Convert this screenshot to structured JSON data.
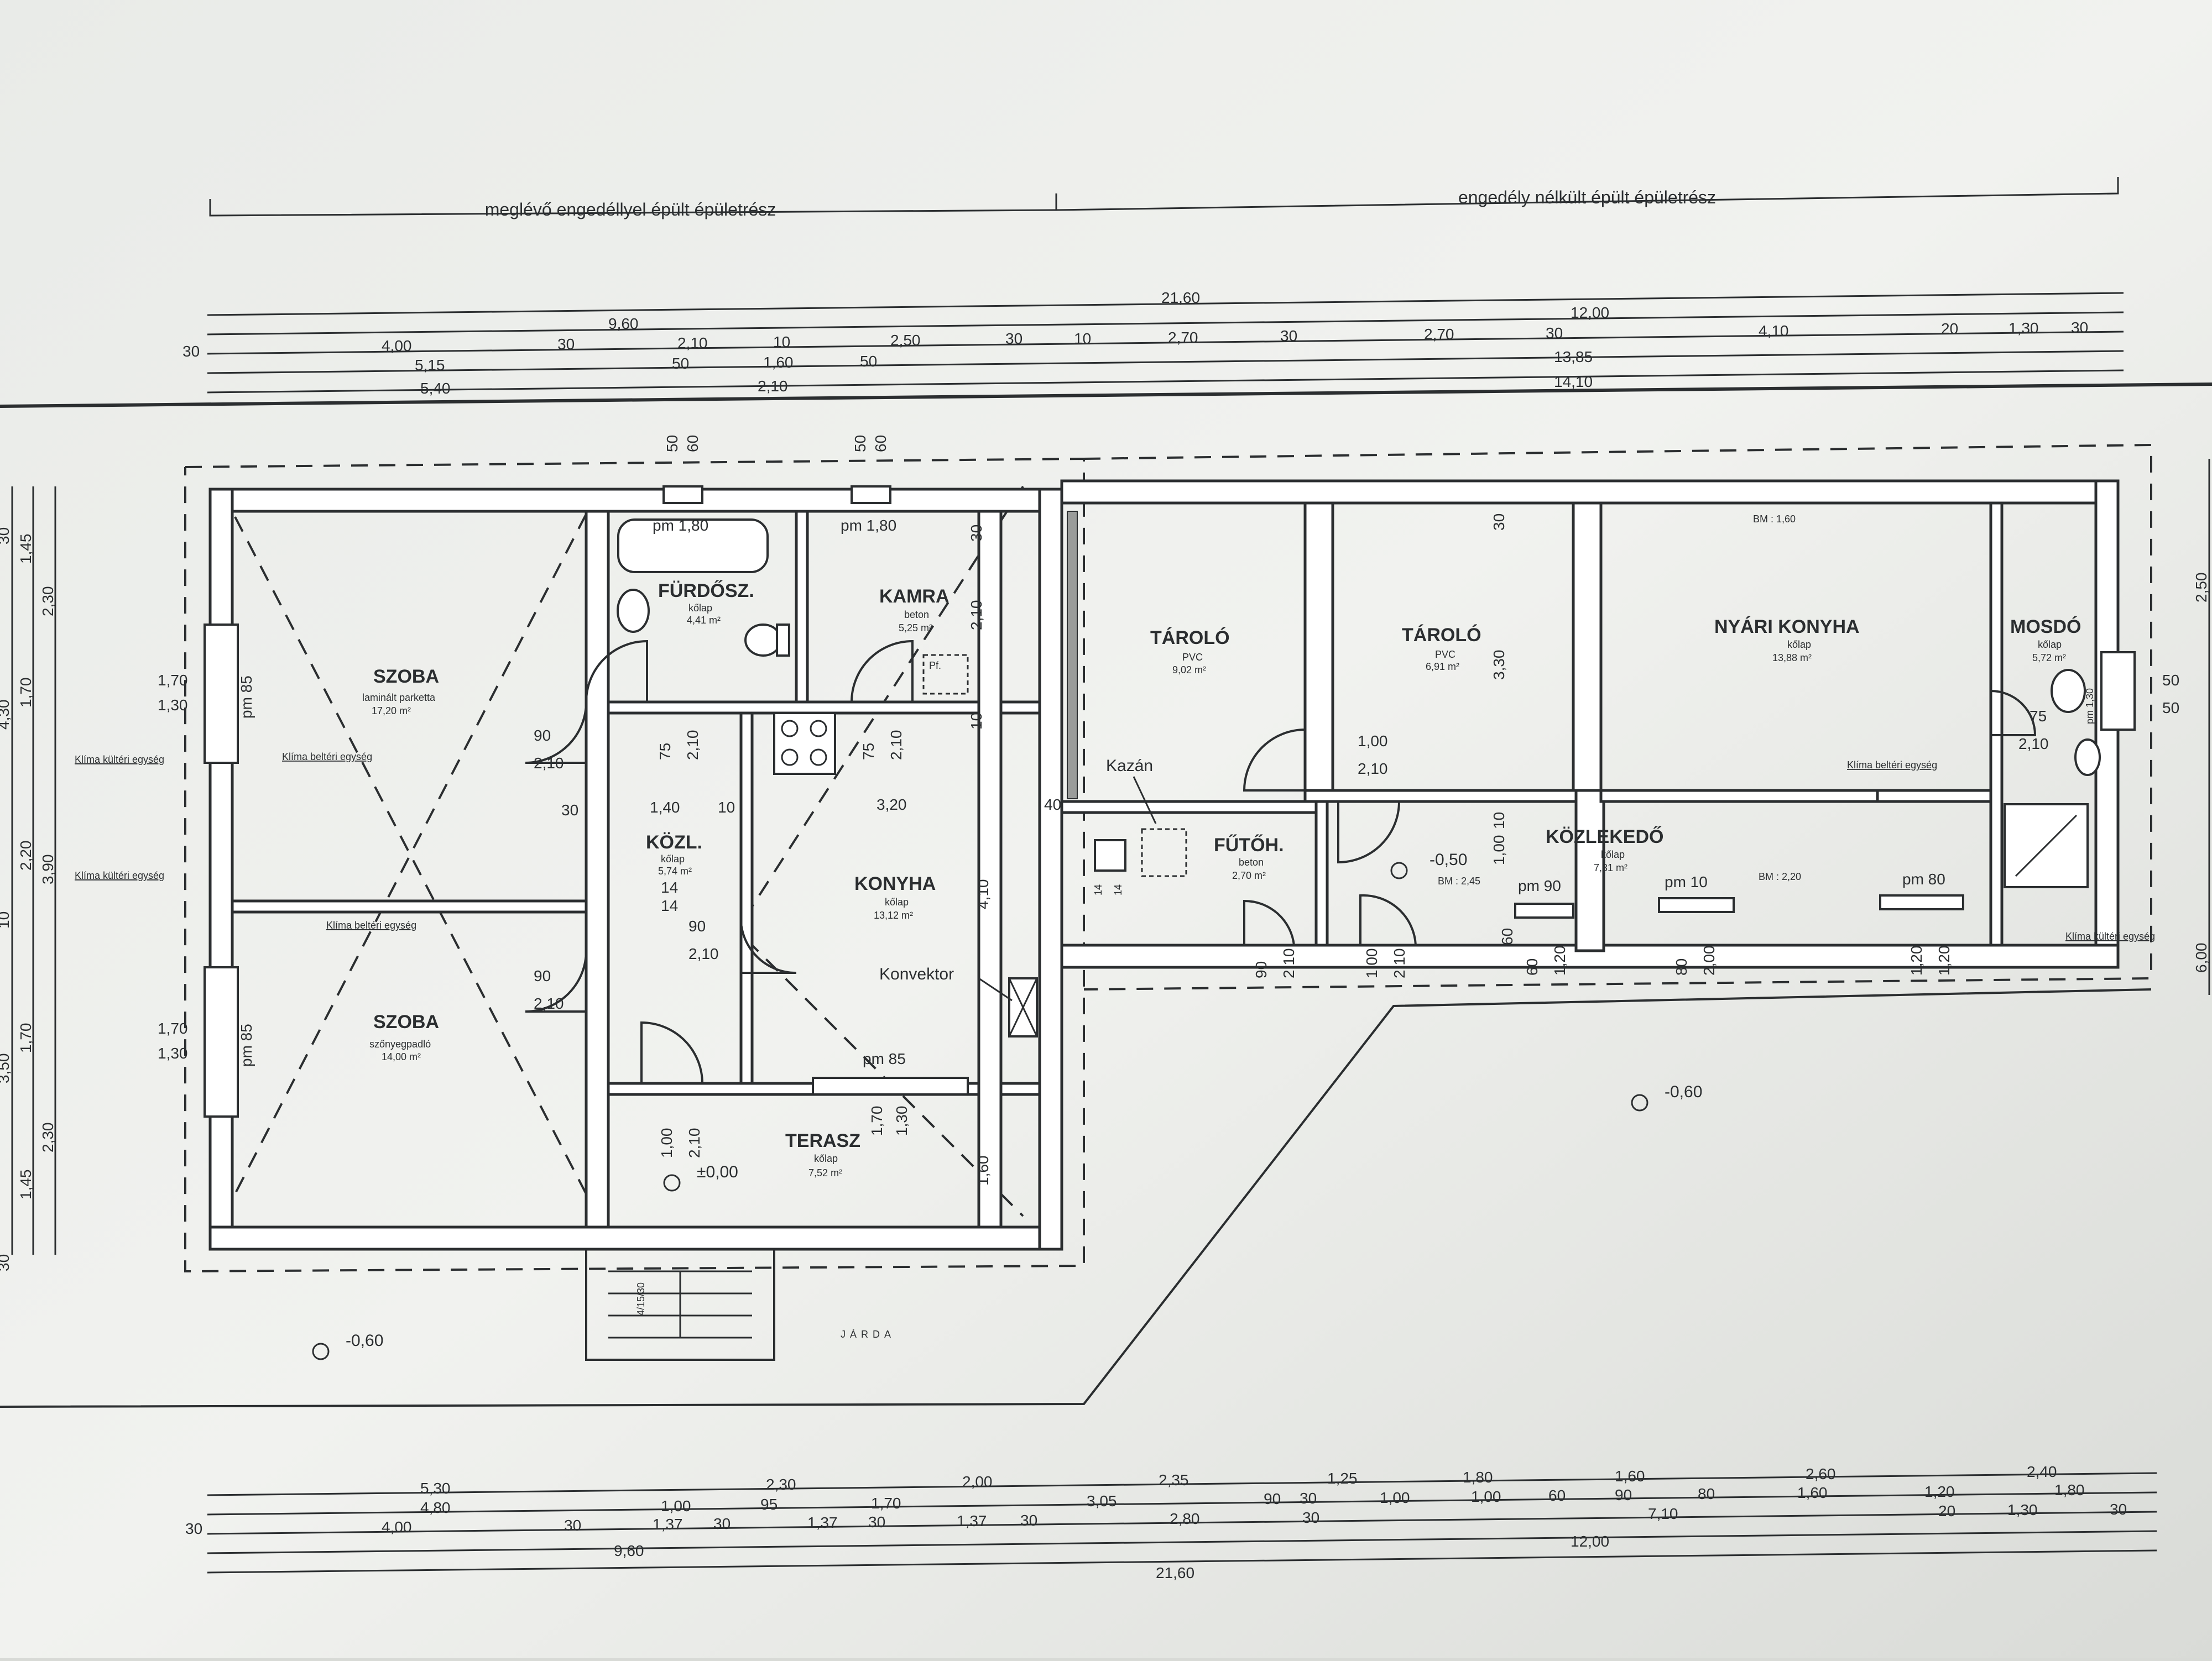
{
  "sections": {
    "existing": "meglévő engedéllyel épült épületrész",
    "unpermitted": "engedély nélkült épült épületrész"
  },
  "top_dims": {
    "overall": "21,60",
    "row2": [
      "9,60",
      "12,00"
    ],
    "row3": [
      "30",
      "4,00",
      "30",
      "2,10",
      "10",
      "2,50",
      "30",
      "10",
      "2,70",
      "30",
      "2,70",
      "30",
      "4,10",
      "20",
      "1,30",
      "30"
    ],
    "row4": [
      "5,15",
      "50",
      "1,60",
      "50",
      "13,85"
    ],
    "row5": [
      "5,40",
      "2,10",
      "14,10"
    ]
  },
  "bottom_dims": {
    "row1": [
      "5,30",
      "2,30",
      "2,00",
      "2,35",
      "1,25",
      "1,80",
      "1,60",
      "2,60",
      "2,40"
    ],
    "row2": [
      "4,80",
      "1,00",
      "95",
      "1,70",
      "3,05",
      "90",
      "30",
      "1,00",
      "1,00",
      "60",
      "90",
      "80",
      "1,60",
      "1,20",
      "1,80"
    ],
    "row3": [
      "30",
      "4,00",
      "30",
      "1,37",
      "30",
      "1,37",
      "30",
      "1,37",
      "30",
      "2,80",
      "30",
      "7,10",
      "20",
      "1,30",
      "30"
    ],
    "row4": [
      "9,60",
      "12,00"
    ],
    "overall": "21,60"
  },
  "left_dims": [
    "30",
    "1,45",
    "2,30",
    "1,70",
    "4,30",
    "2,20",
    "3,90",
    "10",
    "1,70",
    "3,50",
    "2,30",
    "1,45",
    "30"
  ],
  "right_dims": [
    "2,50",
    "6,00"
  ],
  "rooms": [
    {
      "id": "szoba1",
      "name": "SZOBA",
      "floor": "laminált parketta",
      "area": "17,20 m²"
    },
    {
      "id": "szoba2",
      "name": "SZOBA",
      "floor": "szőnyegpadló",
      "area": "14,00 m²"
    },
    {
      "id": "furdo",
      "name": "FÜRDŐSZ.",
      "floor": "kőlap",
      "area": "4,41 m²"
    },
    {
      "id": "kamra",
      "name": "KAMRA",
      "floor": "beton",
      "area": "5,25 m²"
    },
    {
      "id": "kozl",
      "name": "KÖZL.",
      "floor": "kőlap",
      "area": "5,74 m²"
    },
    {
      "id": "konyha",
      "name": "KONYHA",
      "floor": "kőlap",
      "area": "13,12 m²"
    },
    {
      "id": "terasz",
      "name": "TERASZ",
      "floor": "kőlap",
      "area": "7,52 m²"
    },
    {
      "id": "tarolo1",
      "name": "TÁROLÓ",
      "floor": "PVC",
      "area": "9,02 m²"
    },
    {
      "id": "tarolo2",
      "name": "TÁROLÓ",
      "floor": "PVC",
      "area": "6,91 m²"
    },
    {
      "id": "nyari",
      "name": "NYÁRI KONYHA",
      "floor": "kőlap",
      "area": "13,88 m²"
    },
    {
      "id": "mosdo",
      "name": "MOSDÓ",
      "floor": "kőlap",
      "area": "5,72 m²"
    },
    {
      "id": "futoh",
      "name": "FŰTŐH.",
      "floor": "beton",
      "area": "2,70 m²"
    },
    {
      "id": "kozlekedo",
      "name": "KÖZLEKEDŐ",
      "floor": "kőlap",
      "area": "7,31 m²"
    }
  ],
  "annotations": {
    "kazan": "Kazán",
    "konvektor": "Konvektor",
    "klima_kulteri": "Klíma kültéri egység",
    "klima_belteri": "Klíma beltéri egység",
    "jarda": "JÁRDA",
    "level_main": "±0,00",
    "level_hall": "-0,50",
    "level_yard": "-0,60",
    "level_front": "-0,60",
    "bm_160": "BM : 1,60",
    "bm_245": "BM : 2,45",
    "bm_220": "BM : 2,20",
    "stair": "4/15/30",
    "pf": "Pf."
  },
  "openings": {
    "pm180a": "pm 1,80",
    "pm180b": "pm 1,80",
    "pm85": "pm 85",
    "pm90": "pm 90",
    "pm10": "pm 10",
    "pm80": "pm 80",
    "pm85_l1": "pm 85",
    "pm85_l2": "pm 85",
    "pm130": "pm 1,30",
    "win_l1_a": "1,70",
    "win_l1_b": "1,30",
    "win_l2_a": "1,70",
    "win_l2_b": "1,30",
    "d1": [
      "90",
      "2,10"
    ],
    "d2": [
      "90",
      "2,10"
    ],
    "d3": [
      "75",
      "2,10"
    ],
    "d4": [
      "75",
      "2,10"
    ],
    "d5": [
      "90",
      "2,10"
    ],
    "d6": [
      "1,00",
      "2,10"
    ],
    "d7": [
      "1,00",
      "2,10"
    ],
    "d8": [
      "90",
      "2,10"
    ],
    "d9": [
      "1,00",
      "2,10"
    ],
    "d10": [
      "75",
      "2,10"
    ],
    "misc": [
      "1,40",
      "10",
      "3,20",
      "40",
      "30",
      "14",
      "14",
      "50",
      "60",
      "50",
      "60",
      "30",
      "2,10",
      "10",
      "4,10",
      "30",
      "3,30",
      "10",
      "60",
      "1,20",
      "80",
      "2,00",
      "1,20",
      "1,20",
      "60",
      "1,00",
      "1,70",
      "1,30",
      "1,60",
      "50",
      "50",
      "14",
      "14"
    ]
  }
}
